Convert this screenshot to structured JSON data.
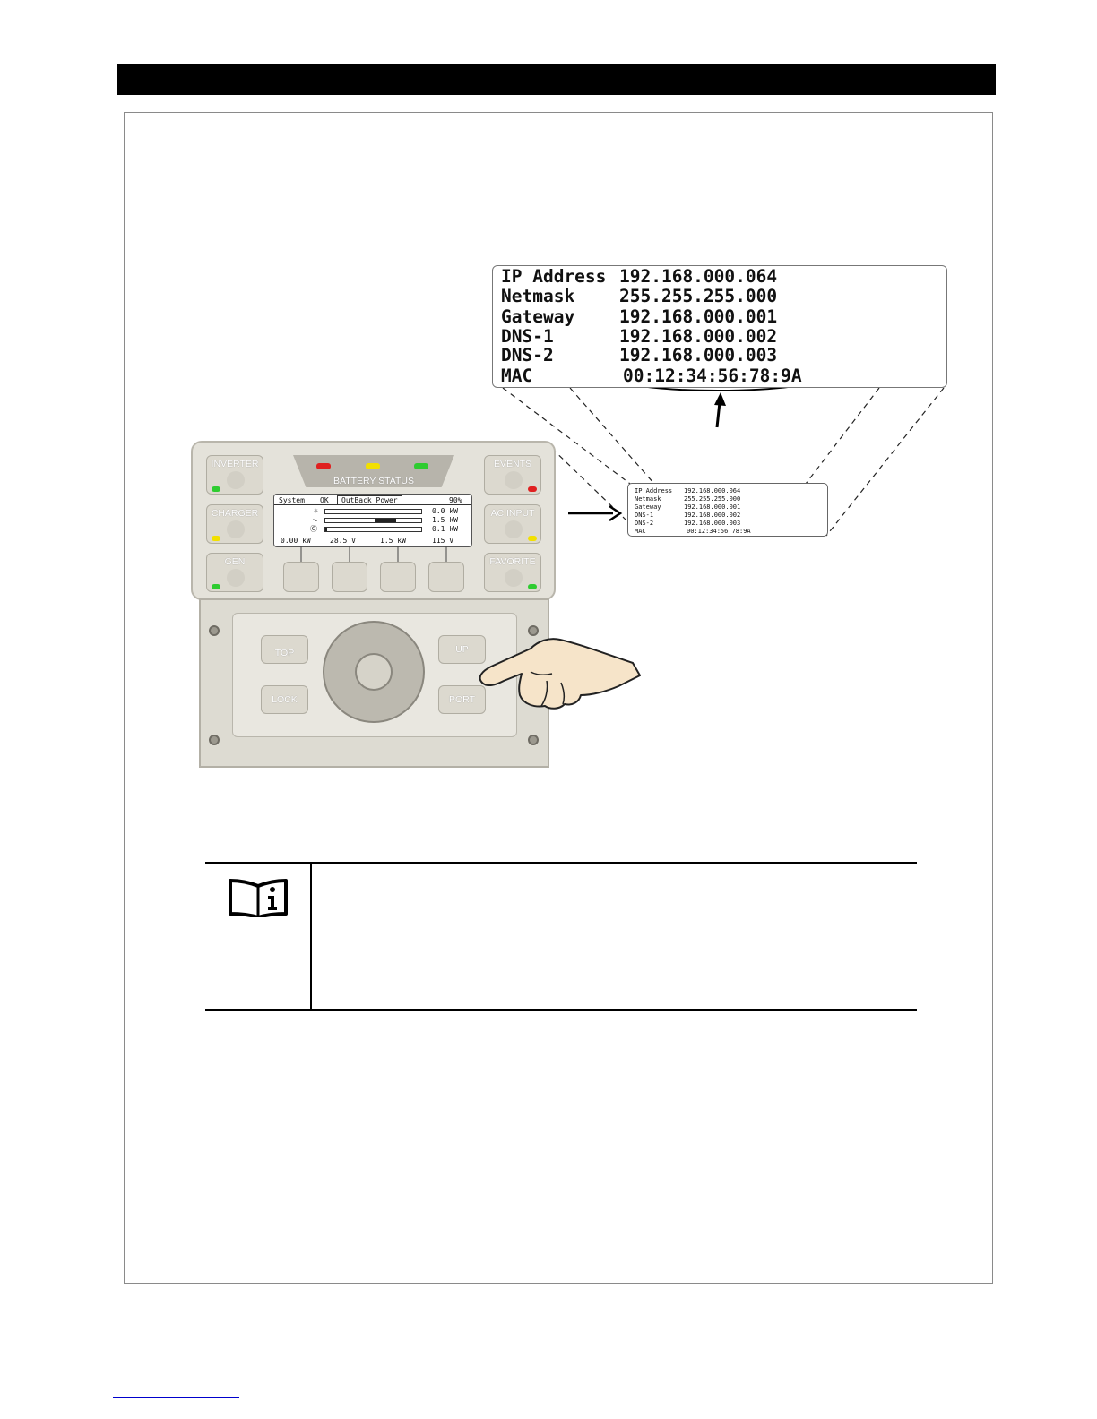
{
  "zoomed_display": {
    "rows": [
      {
        "label": "IP Address",
        "value": "192.168.000.064"
      },
      {
        "label": "Netmask",
        "value": "255.255.255.000"
      },
      {
        "label": "Gateway",
        "value": "192.168.000.001"
      },
      {
        "label": "DNS-1",
        "value": "192.168.000.002"
      },
      {
        "label": "DNS-2",
        "value": "192.168.000.003"
      },
      {
        "label": "MAC",
        "value": "00:12:34:56:78:9A"
      }
    ]
  },
  "small_display": {
    "rows": [
      {
        "label": "IP Address",
        "value": "192.168.000.064"
      },
      {
        "label": "Netmask",
        "value": "255.255.255.000"
      },
      {
        "label": "Gateway",
        "value": "192.168.000.001"
      },
      {
        "label": "DNS-1",
        "value": "192.168.000.002"
      },
      {
        "label": "DNS-2",
        "value": "192.168.000.003"
      },
      {
        "label": "MAC",
        "value": "00:12:34:56:78:9A"
      }
    ]
  },
  "control_panel": {
    "battery_status_label": "BATTERY STATUS",
    "left_buttons": [
      "INVERTER",
      "CHARGER",
      "GEN"
    ],
    "right_buttons": [
      "EVENTS",
      "AC INPUT",
      "FAVORITE"
    ],
    "keypad": {
      "top": "TOP",
      "up": "UP",
      "lock": "LOCK",
      "port": "PORT"
    },
    "lcd": {
      "tab_system": "System",
      "tab_ok": "OK",
      "tab_brand": "OutBack Power",
      "battery_pct": "90%",
      "row1_value": "0.0 kW",
      "row2_value": "1.5 kW",
      "row3_value": "0.1 kW",
      "bottom_pv": "0.00 kW",
      "bottom_batt": "28.5 V",
      "bottom_inv": "1.5 kW",
      "bottom_gen": "115 V"
    },
    "colors": {
      "led_red": "#e02020",
      "led_yellow": "#f2e000",
      "led_green": "#2ecc30"
    }
  },
  "note": {
    "icon": "book-info-icon"
  }
}
